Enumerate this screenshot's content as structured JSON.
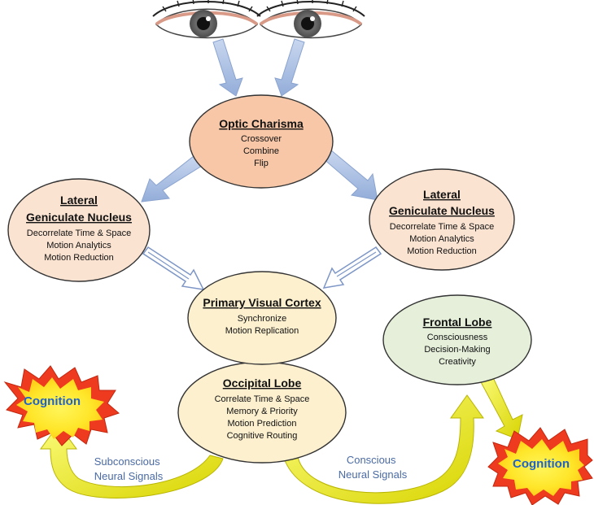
{
  "nodes": {
    "optic": {
      "title": "Optic Charisma",
      "lines": [
        "Crossover",
        "Combine",
        "Flip"
      ],
      "fill": "#f7c7a8"
    },
    "lgn_left": {
      "title_lines": [
        "Lateral",
        "Geniculate Nucleus"
      ],
      "lines": [
        "Decorrelate Time & Space",
        "Motion Analytics",
        "Motion Reduction"
      ],
      "fill": "#fbe3d1"
    },
    "lgn_right": {
      "title_lines": [
        "Lateral",
        "Geniculate Nucleus"
      ],
      "lines": [
        "Decorrelate Time & Space",
        "Motion Analytics",
        "Motion Reduction"
      ],
      "fill": "#fbe3d1"
    },
    "pvc": {
      "title": "Primary Visual Cortex",
      "lines": [
        "Synchronize",
        "Motion Replication"
      ],
      "fill": "#fdf0cf"
    },
    "occipital": {
      "title": "Occipital Lobe",
      "lines": [
        "Correlate Time & Space",
        "Memory & Priority",
        "Motion Prediction",
        "Cognitive Routing"
      ],
      "fill": "#fdf0cf"
    },
    "frontal": {
      "title": "Frontal Lobe",
      "lines": [
        "Consciousness",
        "Decision-Making",
        "Creativity"
      ],
      "fill": "#e5efda"
    }
  },
  "signals": {
    "subconscious": [
      "Subconscious",
      "Neural Signals"
    ],
    "conscious": [
      "Conscious",
      "Neural Signals"
    ]
  },
  "cognition": {
    "left": "Cognition",
    "right": "Cognition"
  },
  "colors": {
    "arrow_blue": "#a9bfe3",
    "arrow_yellow": "#f5f22a",
    "burst_outer": "#ee3a1f",
    "burst_inner": "#fff13a",
    "signal_text": "#4a6aa3",
    "cognition_text": "#1f63c8"
  },
  "icons": [
    "left-eye-icon",
    "right-eye-icon"
  ]
}
